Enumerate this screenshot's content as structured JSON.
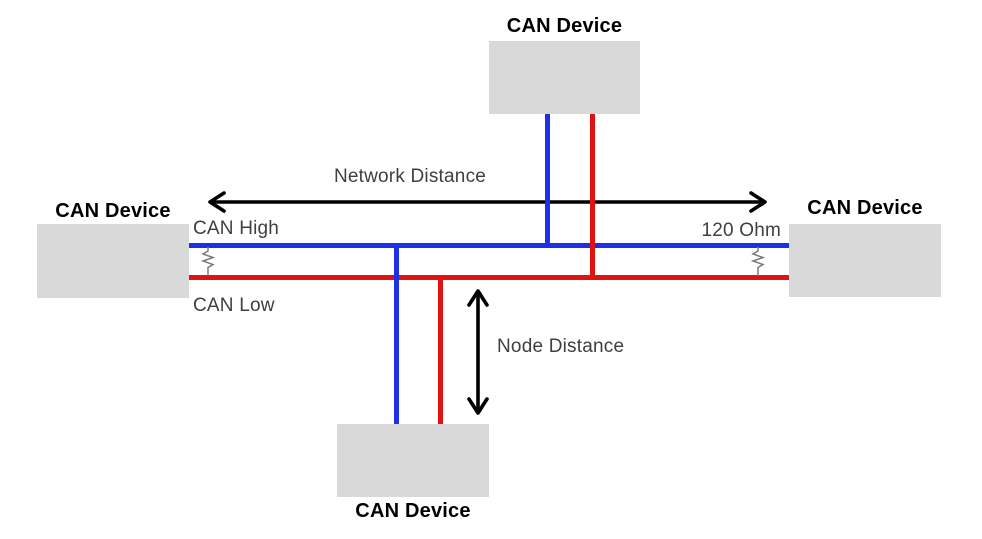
{
  "diagram": {
    "type": "can-bus-network",
    "devices": [
      {
        "position": "top",
        "label": "CAN Device"
      },
      {
        "position": "left",
        "label": "CAN Device"
      },
      {
        "position": "right",
        "label": "CAN Device"
      },
      {
        "position": "bottom",
        "label": "CAN Device"
      }
    ],
    "bus": {
      "can_high_label": "CAN High",
      "can_low_label": "CAN Low",
      "termination_label": "120 Ohm",
      "termination_count": 2
    },
    "annotations": {
      "network_distance_label": "Network Distance",
      "node_distance_label": "Node Distance"
    },
    "colors": {
      "can_high_line": "#1d2fe8",
      "can_low_line": "#e01212",
      "device_fill": "#d9d9d9",
      "device_label_text": "#000000",
      "annotation_text": "#3f3f3f",
      "arrow": "#000000",
      "resistor": "#7a7a7a",
      "background": "#ffffff"
    }
  }
}
